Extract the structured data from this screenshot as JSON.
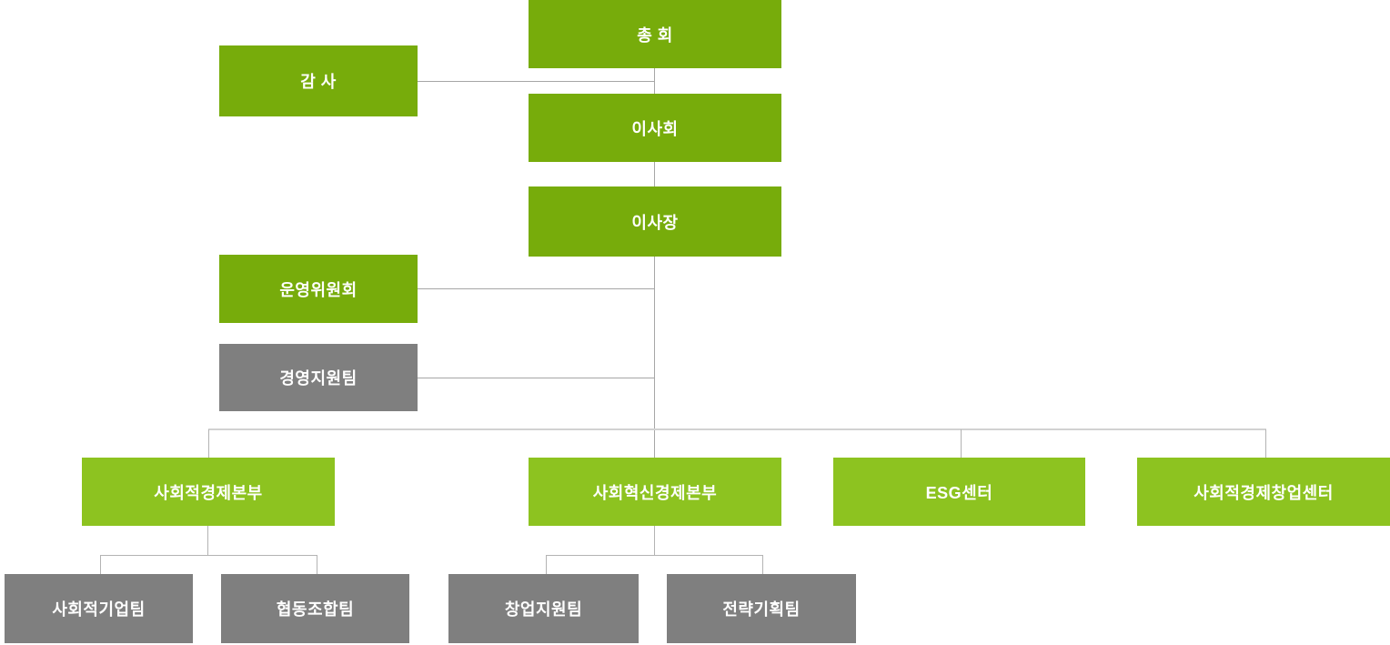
{
  "diagram": {
    "type": "org-chart",
    "nodes": {
      "general_assembly": {
        "label": "총 회"
      },
      "audit": {
        "label": "감 사"
      },
      "board_of_directors": {
        "label": "이사회"
      },
      "chairman": {
        "label": "이사장"
      },
      "steering_committee": {
        "label": "운영위원회"
      },
      "management_support_team": {
        "label": "경영지원팀"
      },
      "social_economy_hq": {
        "label": "사회적경제본부"
      },
      "social_innovation_economy_hq": {
        "label": "사회혁신경제본부"
      },
      "esg_center": {
        "label": "ESG센터"
      },
      "social_economy_startup_center": {
        "label": "사회적경제창업센터"
      },
      "social_enterprise_team": {
        "label": "사회적기업팀"
      },
      "cooperative_team": {
        "label": "협동조합팀"
      },
      "startup_support_team": {
        "label": "창업지원팀"
      },
      "strategic_planning_team": {
        "label": "전략기획팀"
      }
    },
    "edges": [
      {
        "from": "general_assembly",
        "to": "board_of_directors"
      },
      {
        "from": "general_assembly",
        "to": "audit",
        "style": "side-branch"
      },
      {
        "from": "board_of_directors",
        "to": "chairman"
      },
      {
        "from": "chairman",
        "to": "steering_committee",
        "style": "side-branch"
      },
      {
        "from": "chairman",
        "to": "management_support_team",
        "style": "side-branch"
      },
      {
        "from": "chairman",
        "to": "social_economy_hq"
      },
      {
        "from": "chairman",
        "to": "social_innovation_economy_hq"
      },
      {
        "from": "chairman",
        "to": "esg_center"
      },
      {
        "from": "chairman",
        "to": "social_economy_startup_center"
      },
      {
        "from": "social_economy_hq",
        "to": "social_enterprise_team"
      },
      {
        "from": "social_economy_hq",
        "to": "cooperative_team"
      },
      {
        "from": "social_innovation_economy_hq",
        "to": "startup_support_team"
      },
      {
        "from": "social_innovation_economy_hq",
        "to": "strategic_planning_team"
      }
    ],
    "colors": {
      "dark_green": "#77ac0b",
      "light_green": "#8dc320",
      "gray": "#7f7f7f",
      "connector": "#a6a6a6",
      "connector_light": "#d2d2d2",
      "text": "#ffffff"
    }
  }
}
